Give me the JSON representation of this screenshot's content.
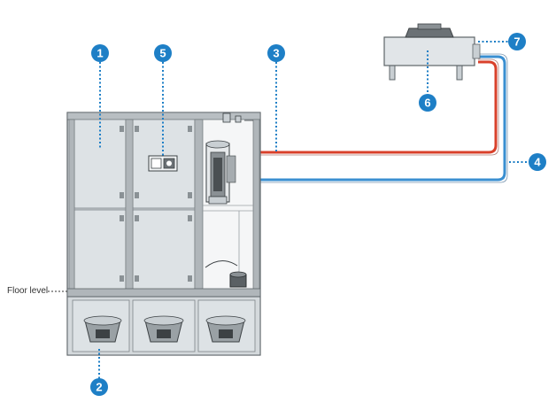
{
  "floor_label": "Floor level",
  "callouts": [
    {
      "number": "1"
    },
    {
      "number": "2"
    },
    {
      "number": "3"
    },
    {
      "number": "4"
    },
    {
      "number": "5"
    },
    {
      "number": "6"
    },
    {
      "number": "7"
    }
  ],
  "colors": {
    "callout": "#1e7fc6",
    "hot_pipe": "#d9412b",
    "cold_pipe": "#3a8fd1",
    "panel": "#dde2e5",
    "frame": "#b8bec2",
    "outline": "#5d6468"
  }
}
